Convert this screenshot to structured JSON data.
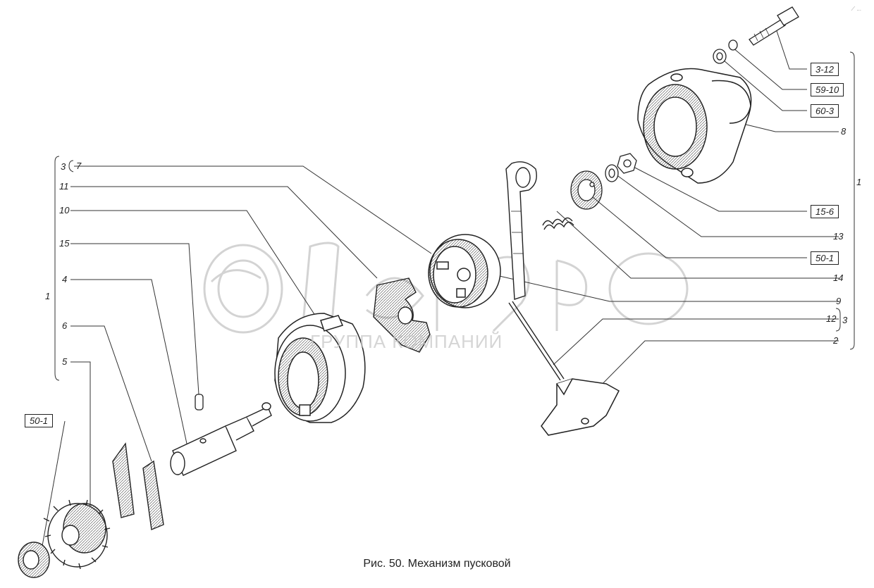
{
  "figure": {
    "caption": "Рис. 50. Механизм пусковой",
    "watermark": {
      "brand": "белагро",
      "tagline": "ГРУППА КОМПАНИЙ"
    },
    "corner_mark": "⟋ ..."
  },
  "left_callouts": [
    {
      "text": "7",
      "group": "3"
    },
    {
      "text": "11"
    },
    {
      "text": "10"
    },
    {
      "text": "15"
    },
    {
      "text": "4"
    },
    {
      "text": "6"
    },
    {
      "text": "5"
    }
  ],
  "left_group_labels": {
    "outer": "1",
    "inner": "3"
  },
  "right_callouts": [
    {
      "text": "3-12",
      "boxed": true
    },
    {
      "text": "59-10",
      "boxed": true
    },
    {
      "text": "60-3",
      "boxed": true
    },
    {
      "text": "8",
      "boxed": false
    },
    {
      "text": "15-6",
      "boxed": true
    },
    {
      "text": "13",
      "boxed": false
    },
    {
      "text": "50-1",
      "boxed": true
    },
    {
      "text": "14",
      "boxed": false
    },
    {
      "text": "9",
      "boxed": false
    },
    {
      "text": "12",
      "boxed": false
    },
    {
      "text": "2",
      "boxed": false
    }
  ],
  "right_group_labels": {
    "outer": "1",
    "inner": "3"
  },
  "bottom_left_box": "50-1"
}
